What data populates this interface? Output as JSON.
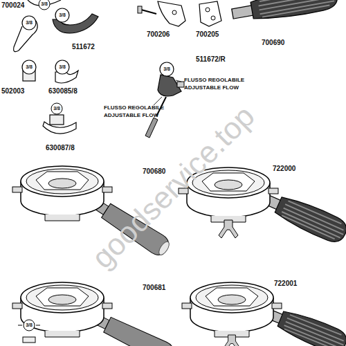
{
  "diagram": {
    "labels": [
      "700024",
      "3/8",
      "3/8",
      "511672",
      "3/8",
      "3/8",
      "502003",
      "3/8",
      "630085/8",
      "3/8",
      "630087/8",
      "700206",
      "700205",
      "700690",
      "511672/R",
      "3/8",
      "FLUSSO REGOLABILE",
      "ADJUSTABLE FLOW",
      "FLUSSO REGOLABILE",
      "ADJUSTABLE FLOW",
      "700680",
      "722000",
      "700681",
      "3/8",
      "722001",
      "goodservice.top"
    ]
  }
}
